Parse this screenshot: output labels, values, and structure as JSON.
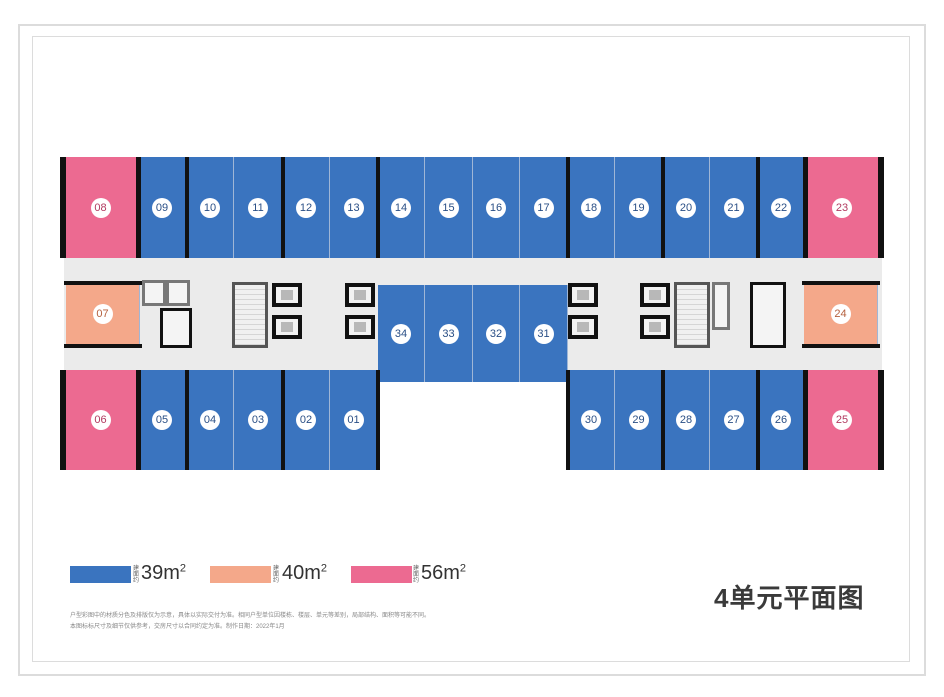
{
  "title": "4单元平面图",
  "legend": [
    {
      "label": "建面约",
      "area": "39m",
      "sup": "2",
      "color": "#3a74bf"
    },
    {
      "label": "建面约",
      "area": "40m",
      "sup": "2",
      "color": "#f4a88a"
    },
    {
      "label": "建面约",
      "area": "56m",
      "sup": "2",
      "color": "#ec6a91"
    }
  ],
  "notes": [
    "户型彩图中的材质分色及排版仅为示意，具体以实际交付为准。相同户型单位因楼栋、楼层、单元等差别，局部结构、面积等可能不同。",
    "本图标标尺寸及细节仅供参考，交房尺寸以合同约定为准。制作日期：2022年1月"
  ],
  "units": {
    "top": [
      "08",
      "09",
      "10",
      "11",
      "12",
      "13",
      "14",
      "15",
      "16",
      "17",
      "18",
      "19",
      "20",
      "21",
      "22",
      "23"
    ],
    "middle_left": "07",
    "middle_right": "24",
    "middle_center": [
      "34",
      "33",
      "32",
      "31"
    ],
    "bottom_left": [
      "06",
      "05",
      "04",
      "03",
      "02",
      "01"
    ],
    "bottom_right": [
      "30",
      "29",
      "28",
      "27",
      "26",
      "25"
    ]
  },
  "colors": {
    "blue": "#3a74bf",
    "orange": "#f4a88a",
    "pink": "#ec6a91",
    "corridor": "#ebebeb"
  }
}
